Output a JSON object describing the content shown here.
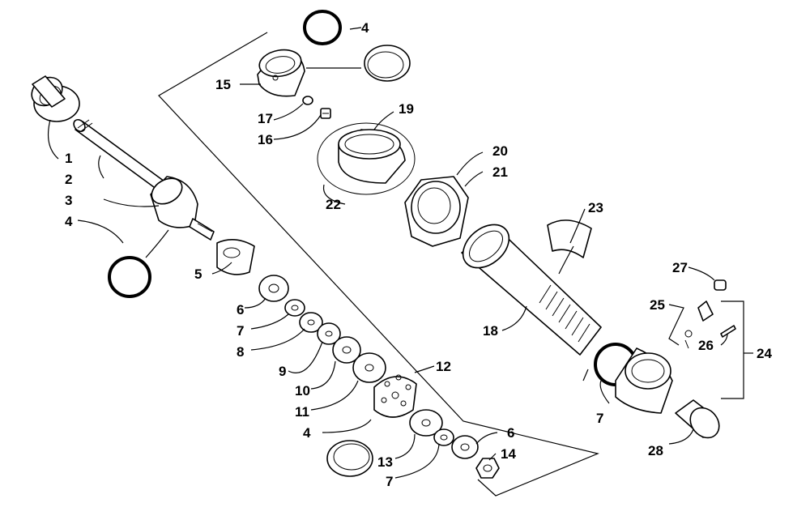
{
  "diagram": {
    "callouts": {
      "n1": "1",
      "n2": "2",
      "n3": "3",
      "n4a": "4",
      "n4b": "4",
      "n4c": "4",
      "n5": "5",
      "n6a": "6",
      "n6b": "6",
      "n7a": "7",
      "n7b": "7",
      "n7c": "7",
      "n8": "8",
      "n9": "9",
      "n10": "10",
      "n11": "11",
      "n12": "12",
      "n13": "13",
      "n14": "14",
      "n15": "15",
      "n16": "16",
      "n17": "17",
      "n18": "18",
      "n19": "19",
      "n20": "20",
      "n21": "21",
      "n22": "22",
      "n23": "23",
      "n24": "24",
      "n25": "25",
      "n26": "26",
      "n27": "27",
      "n28": "28"
    }
  }
}
